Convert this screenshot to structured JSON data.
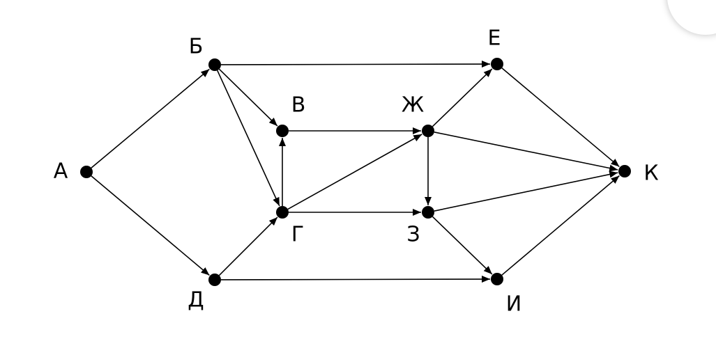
{
  "nodes": [
    {
      "id": "A",
      "label": "А"
    },
    {
      "id": "B",
      "label": "Б"
    },
    {
      "id": "V",
      "label": "В"
    },
    {
      "id": "G",
      "label": "Г"
    },
    {
      "id": "D",
      "label": "Д"
    },
    {
      "id": "E",
      "label": "Е"
    },
    {
      "id": "Zh",
      "label": "Ж"
    },
    {
      "id": "Z",
      "label": "З"
    },
    {
      "id": "I",
      "label": "И"
    },
    {
      "id": "K",
      "label": "К"
    }
  ],
  "edges": [
    {
      "from": "A",
      "to": "B"
    },
    {
      "from": "A",
      "to": "D"
    },
    {
      "from": "B",
      "to": "E"
    },
    {
      "from": "B",
      "to": "V"
    },
    {
      "from": "B",
      "to": "G"
    },
    {
      "from": "G",
      "to": "V"
    },
    {
      "from": "V",
      "to": "Zh"
    },
    {
      "from": "G",
      "to": "Zh"
    },
    {
      "from": "G",
      "to": "Z"
    },
    {
      "from": "D",
      "to": "G"
    },
    {
      "from": "D",
      "to": "I"
    },
    {
      "from": "Zh",
      "to": "E"
    },
    {
      "from": "Zh",
      "to": "K"
    },
    {
      "from": "Zh",
      "to": "Z"
    },
    {
      "from": "Z",
      "to": "K"
    },
    {
      "from": "Z",
      "to": "I"
    },
    {
      "from": "E",
      "to": "K"
    },
    {
      "from": "I",
      "to": "K"
    }
  ]
}
